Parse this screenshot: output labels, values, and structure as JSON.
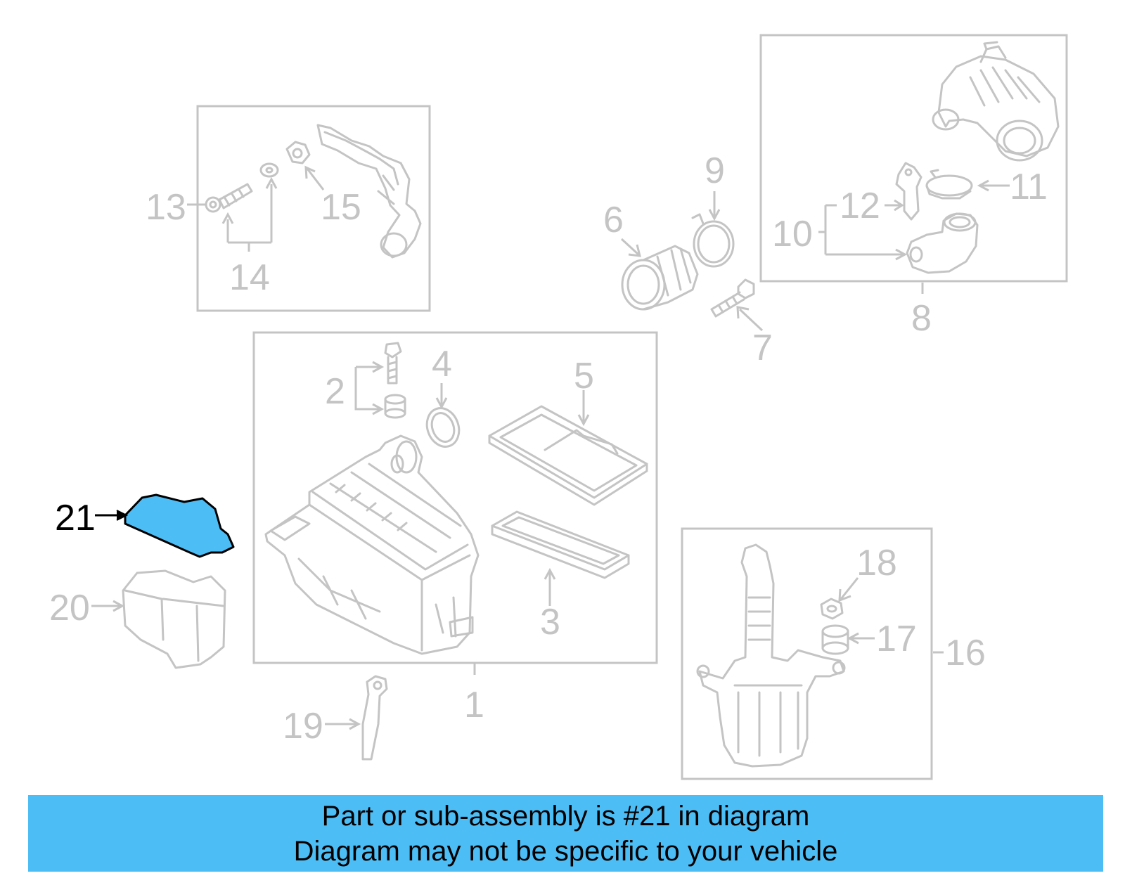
{
  "colors": {
    "highlight": "#4dbdf5",
    "inactive": "#c4c4c4",
    "active_text": "#000000",
    "banner_bg": "#4dbdf5"
  },
  "highlighted_part": "21",
  "callouts": {
    "c1": "1",
    "c2": "2",
    "c3": "3",
    "c4": "4",
    "c5": "5",
    "c6": "6",
    "c7": "7",
    "c8": "8",
    "c9": "9",
    "c10": "10",
    "c11": "11",
    "c12": "12",
    "c13": "13",
    "c14": "14",
    "c15": "15",
    "c16": "16",
    "c17": "17",
    "c18": "18",
    "c19": "19",
    "c20": "20",
    "c21": "21"
  },
  "banner": {
    "line1": "Part or sub-assembly is #21 in diagram",
    "line2": "Diagram may not be specific to your vehicle"
  }
}
